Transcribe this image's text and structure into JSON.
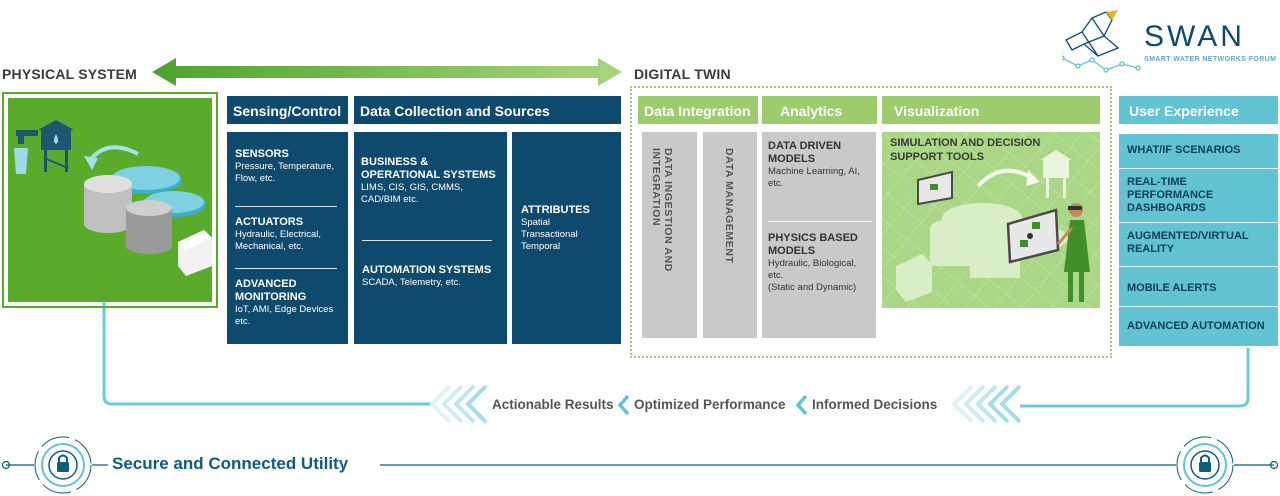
{
  "logo": {
    "name": "SWAN",
    "tagline": "SMART WATER NETWORKS FORUM"
  },
  "physical_system": {
    "title": "PHYSICAL SYSTEM"
  },
  "digital_twin": {
    "title": "DIGITAL TWIN"
  },
  "sensing_control": {
    "header": "Sensing/Control",
    "blocks": [
      {
        "title": "SENSORS",
        "desc": "Pressure, Temperature, Flow, etc."
      },
      {
        "title": "ACTUATORS",
        "desc": "Hydraulic, Electrical, Mechanical, etc."
      },
      {
        "title": "ADVANCED MONITORING",
        "desc": "IoT, AMI, Edge Devices etc."
      }
    ]
  },
  "data_collection": {
    "header": "Data Collection and Sources",
    "blocks": [
      {
        "title": "BUSINESS & OPERATIONAL SYSTEMS",
        "desc": "LIMS, CIS, GIS, CMMS, CAD/BIM etc."
      },
      {
        "title": "AUTOMATION SYSTEMS",
        "desc": "SCADA, Telemetry, etc."
      }
    ],
    "attributes": {
      "title": "ATTRIBUTES",
      "items": [
        "Spatial",
        "Transactional",
        "Temporal"
      ]
    }
  },
  "data_integration": {
    "header": "Data Integration",
    "columns": [
      "DATA INGESTION AND INTEGRATION",
      "DATA MANAGEMENT"
    ]
  },
  "analytics": {
    "header": "Analytics",
    "blocks": [
      {
        "title": "DATA DRIVEN MODELS",
        "desc": "Machine Learning, AI, etc."
      },
      {
        "title": "PHYSICS BASED MODELS",
        "desc": "Hydraulic, Biological, etc.",
        "note": "(Static and Dynamic)"
      }
    ]
  },
  "visualization": {
    "header": "Visualization",
    "title": "SIMULATION AND DECISION SUPPORT TOOLS"
  },
  "user_experience": {
    "header": "User Experience",
    "items": [
      "WHAT/IF SCENARIOS",
      "REAL-TIME PERFORMANCE DASHBOARDS",
      "AUGMENTED/VIRTUAL REALITY",
      "MOBILE ALERTS",
      "ADVANCED AUTOMATION"
    ]
  },
  "feedback": {
    "steps": [
      "Actionable Results",
      "Optimized Performance",
      "Informed Decisions"
    ]
  },
  "footer": {
    "label": "Secure and Connected Utility"
  },
  "colors": {
    "navy": "#0e4a6e",
    "green": "#5aab2b",
    "light_green": "#9dcc6f",
    "teal": "#62c3d2",
    "grey": "#c9c9c9"
  }
}
